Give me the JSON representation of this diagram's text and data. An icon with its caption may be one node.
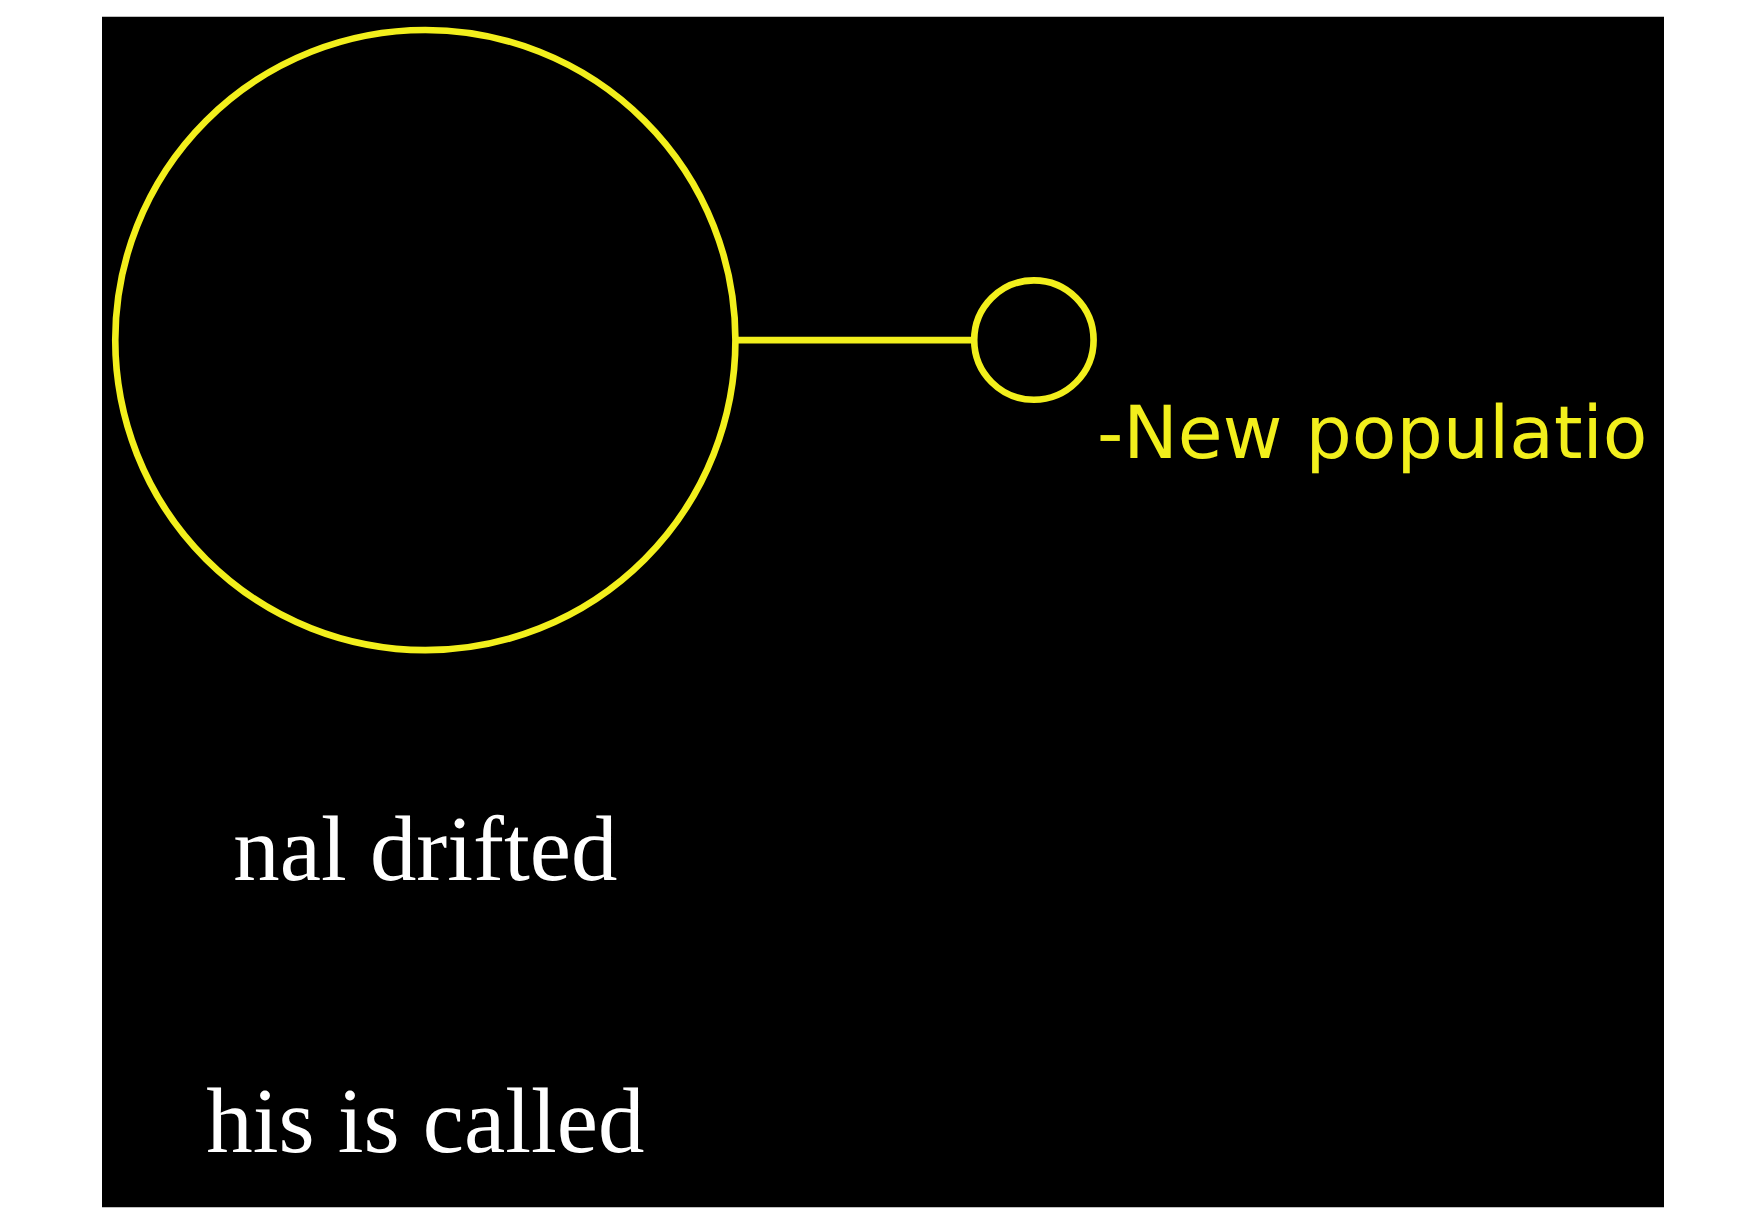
{
  "diagram": {
    "nodes": [
      {
        "text": [],
        "shape": "circle"
      },
      {
        "text": [],
        "shape": "circle",
        "beside": [
          "-New populatio"
        ]
      }
    ],
    "edges": [
      {
        "from": 0,
        "to": 1,
        "arrow": "none"
      }
    ],
    "labels": [
      "nal drifted",
      "his is called"
    ]
  }
}
